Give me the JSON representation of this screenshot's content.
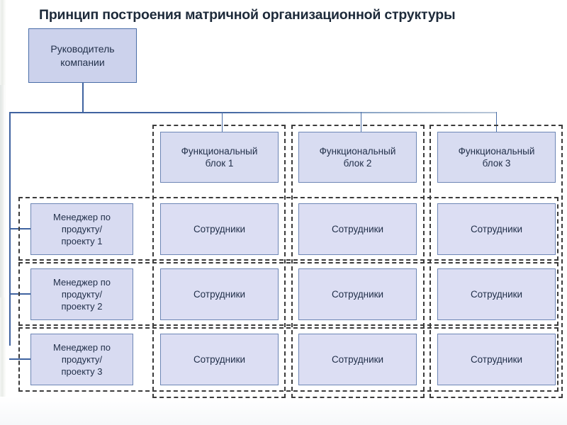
{
  "title": "Принцип построения матричной организационной структуры",
  "nodes": {
    "boss": {
      "line1": "Руководитель",
      "line2": "компании"
    },
    "functional_blocks": [
      {
        "line1": "Функциональный",
        "line2": "блок 1"
      },
      {
        "line1": "Функциональный",
        "line2": "блок 2"
      },
      {
        "line1": "Функциональный",
        "line2": "блок 3"
      }
    ],
    "managers": [
      {
        "line1": "Менеджер по",
        "line2": "продукту/",
        "line3": "проекту 1"
      },
      {
        "line1": "Менеджер по",
        "line2": "продукту/",
        "line3": "проекту 2"
      },
      {
        "line1": "Менеджер по",
        "line2": "продукту/",
        "line3": "проекту 3"
      }
    ],
    "staff_label": "Сотрудники",
    "staff_grid": [
      [
        "Сотрудники",
        "Сотрудники",
        "Сотрудники"
      ],
      [
        "Сотрудники",
        "Сотрудники",
        "Сотрудники"
      ],
      [
        "Сотрудники",
        "Сотрудники",
        "Сотрудники"
      ]
    ]
  },
  "colors": {
    "box_fill": "#dcdef3",
    "box_fill_boss": "#ccd2ec",
    "box_border": "#6d86b5",
    "connector": "#3f63a0",
    "dash_border": "#3b3b3b",
    "text": "#22304a",
    "title_text": "#1d2a3a",
    "background": "#ffffff"
  }
}
